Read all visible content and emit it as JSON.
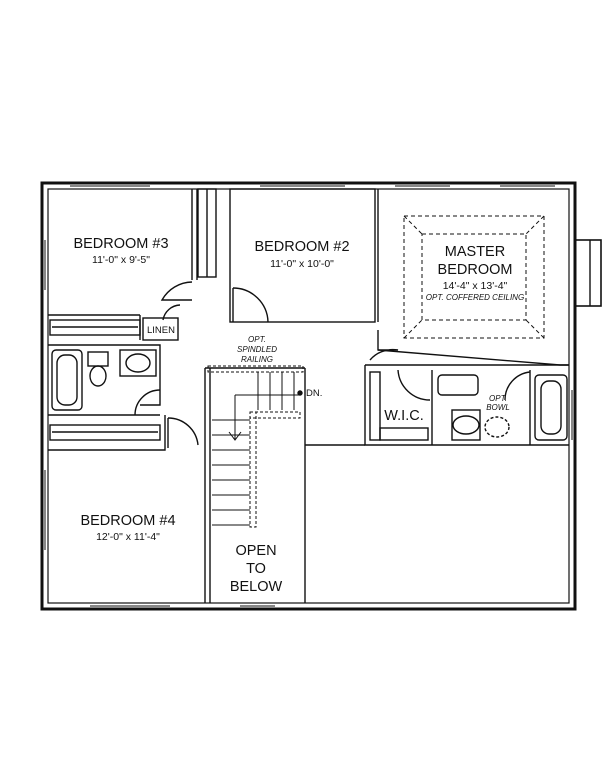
{
  "rooms": {
    "bedroom3": {
      "name": "BEDROOM #3",
      "dims": "11'-0\" x 9'-5\""
    },
    "bedroom2": {
      "name": "BEDROOM #2",
      "dims": "11'-0\" x 10'-0\""
    },
    "master": {
      "name_line1": "MASTER",
      "name_line2": "BEDROOM",
      "dims": "14'-4\" x 13'-4\"",
      "note": "OPT. COFFERED CEILING"
    },
    "bedroom4": {
      "name": "BEDROOM #4",
      "dims": "12'-0\" x 11'-4\""
    },
    "linen": "LINEN",
    "wic": "W.I.C.",
    "open_to_below": [
      "OPEN",
      "TO",
      "BELOW"
    ]
  },
  "notes": {
    "railing": [
      "OPT.",
      "SPINDLED",
      "RAILING"
    ],
    "stair_dn": "DN.",
    "bowl": [
      "OPT.",
      "BOWL"
    ]
  }
}
